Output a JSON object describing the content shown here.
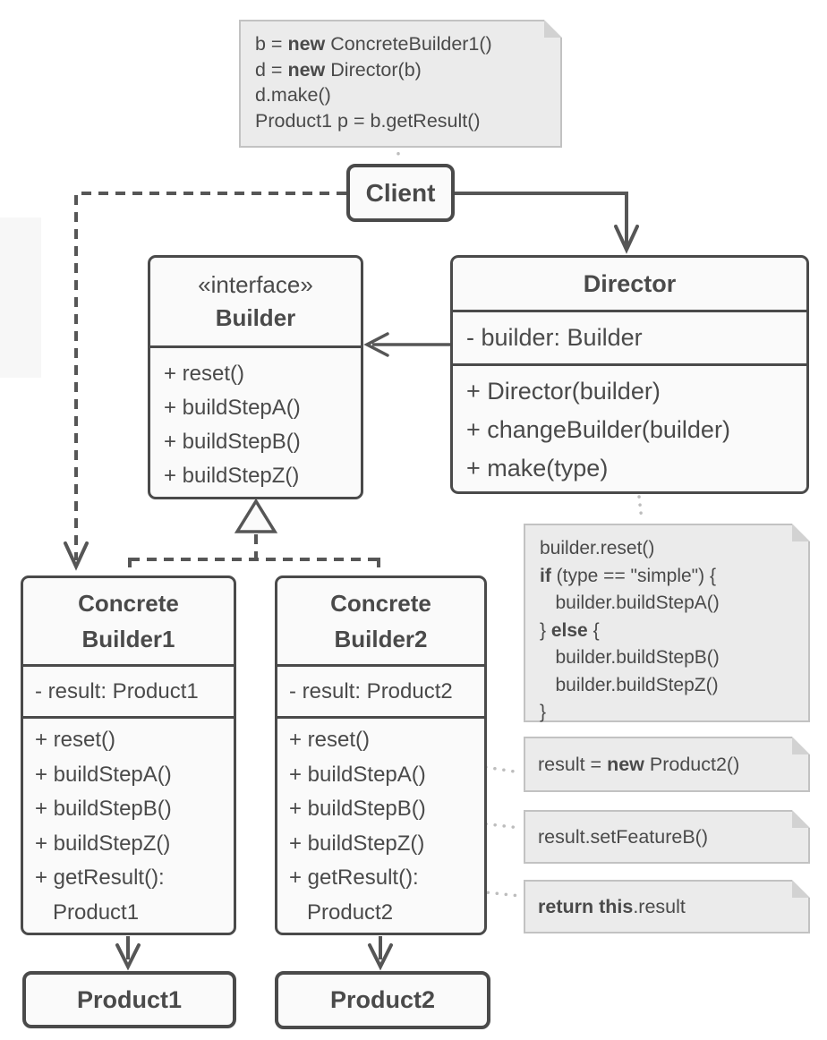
{
  "palette": {
    "box_fill": "#fafafa",
    "box_border": "#4a4a4a",
    "text": "#4a4a4a",
    "note_fill": "#ebebeb",
    "note_border": "#c2c2c2",
    "connector_gray": "#bdbdbd"
  },
  "classes": {
    "client": {
      "name": "Client"
    },
    "builder_interface": {
      "stereotype": "«interface»",
      "name": "Builder",
      "methods": [
        "+ reset()",
        "+ buildStepA()",
        "+ buildStepB()",
        "+ buildStepZ()"
      ]
    },
    "director": {
      "name": "Director",
      "attributes": [
        "- builder: Builder"
      ],
      "methods": [
        "+ Director(builder)",
        "+ changeBuilder(builder)",
        "+ make(type)"
      ]
    },
    "concrete_builder1": {
      "name_line1": "Concrete",
      "name_line2": "Builder1",
      "attributes": [
        "- result: Product1"
      ],
      "methods": [
        "+ reset()",
        "+ buildStepA()",
        "+ buildStepB()",
        "+ buildStepZ()",
        "+ getResult():",
        "   Product1"
      ]
    },
    "concrete_builder2": {
      "name_line1": "Concrete",
      "name_line2": "Builder2",
      "attributes": [
        "- result: Product2"
      ],
      "methods": [
        "+ reset()",
        "+ buildStepA()",
        "+ buildStepB()",
        "+ buildStepZ()",
        "+ getResult():",
        "   Product2"
      ]
    },
    "product1": {
      "name": "Product1"
    },
    "product2": {
      "name": "Product2"
    }
  },
  "notes": {
    "client_code": {
      "lines": [
        [
          {
            "t": "b = "
          },
          {
            "t": "new",
            "b": true
          },
          {
            "t": " ConcreteBuilder1()"
          }
        ],
        [
          {
            "t": "d = "
          },
          {
            "t": "new",
            "b": true
          },
          {
            "t": " Director(b)"
          }
        ],
        [
          {
            "t": "d.make()"
          }
        ],
        [
          {
            "t": "Product1 p = b.getResult()"
          }
        ]
      ]
    },
    "make_code": {
      "lines": [
        [
          {
            "t": "builder.reset()"
          }
        ],
        [
          {
            "t": "if",
            "b": true
          },
          {
            "t": " (type == \"simple\") {"
          }
        ],
        [
          {
            "t": "   builder.buildStepA()"
          }
        ],
        [
          {
            "t": "} "
          },
          {
            "t": "else",
            "b": true
          },
          {
            "t": " {"
          }
        ],
        [
          {
            "t": "   builder.buildStepB()"
          }
        ],
        [
          {
            "t": "   builder.buildStepZ()"
          }
        ],
        [
          {
            "t": "}"
          }
        ]
      ]
    },
    "reset_code": {
      "lines": [
        [
          {
            "t": "result = "
          },
          {
            "t": "new",
            "b": true
          },
          {
            "t": " Product2()"
          }
        ]
      ]
    },
    "feature_code": {
      "lines": [
        [
          {
            "t": "result.setFeatureB()"
          }
        ]
      ]
    },
    "return_code": {
      "lines": [
        [
          {
            "t": "return this",
            "b": true
          },
          {
            "t": ".result"
          }
        ]
      ]
    }
  }
}
